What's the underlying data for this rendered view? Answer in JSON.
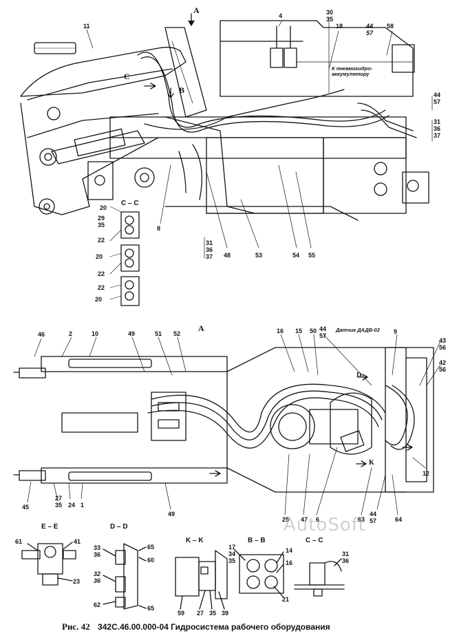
{
  "caption": {
    "fig_label": "Рис. 42",
    "text": "342С.46.00.000-04 Гидросистема рабочего оборудования"
  },
  "watermark": "AutoSoft",
  "views": {
    "a_top": "A",
    "a_bottom": "A",
    "b": "B",
    "c": "C",
    "d": "D",
    "k": "K",
    "section_cc_top": "C – C",
    "section_ee": "E – E",
    "section_dd": "D – D",
    "section_kk": "K – K",
    "section_bb": "B – B",
    "section_cc_bottom": "C – C"
  },
  "callouts": {
    "accumulator": "К пневмогидро-\nаккумулятору",
    "sensor": "Датчик ДАДВ-02"
  },
  "top_labels": {
    "n11": "11",
    "n4": "4",
    "n30": "30",
    "n35": "35",
    "n18": "18",
    "n44a": "44",
    "n57a": "57",
    "n58": "58",
    "n44b": "44",
    "n57b": "57",
    "n31a": "31",
    "n36a": "36",
    "n37a": "37",
    "n8": "8",
    "n48": "48",
    "n53": "53",
    "n54": "54",
    "n55": "55",
    "n31b": "31",
    "n36b": "36",
    "n37b": "37"
  },
  "section_cc_labels": {
    "n20a": "20",
    "n29": "29",
    "n35": "35",
    "n22a": "22",
    "n20b": "20",
    "n22b": "22",
    "n22c": "22",
    "n20c": "20"
  },
  "bottom_labels": {
    "n46": "46",
    "n2": "2",
    "n10": "10",
    "n49a": "49",
    "n51": "51",
    "n52": "52",
    "n16": "16",
    "n15": "15",
    "n50": "50",
    "n44": "44",
    "n57": "57",
    "n9": "9",
    "n43": "43",
    "n56a": "56",
    "n42": "42",
    "n56b": "56",
    "n45": "45",
    "n27": "27",
    "n35": "35",
    "n24": "24",
    "n1": "1",
    "n49b": "49",
    "n25": "25",
    "n47": "47",
    "n6": "6",
    "n63": "63",
    "n44c": "44",
    "n57c": "57",
    "n64": "64",
    "n12": "12"
  },
  "detail_labels": {
    "n61": "61",
    "n41": "41",
    "n23": "23",
    "n33": "33",
    "n36a": "36",
    "n32": "32",
    "n36b": "36",
    "n62": "62",
    "n65a": "65",
    "n60": "60",
    "n65b": "65",
    "n59": "59",
    "n27": "27",
    "n35a": "35",
    "n39": "39",
    "n17": "17",
    "n34": "34",
    "n35b": "35",
    "n14": "14",
    "n16": "16",
    "n21": "21",
    "n31": "31",
    "n36c": "36"
  }
}
